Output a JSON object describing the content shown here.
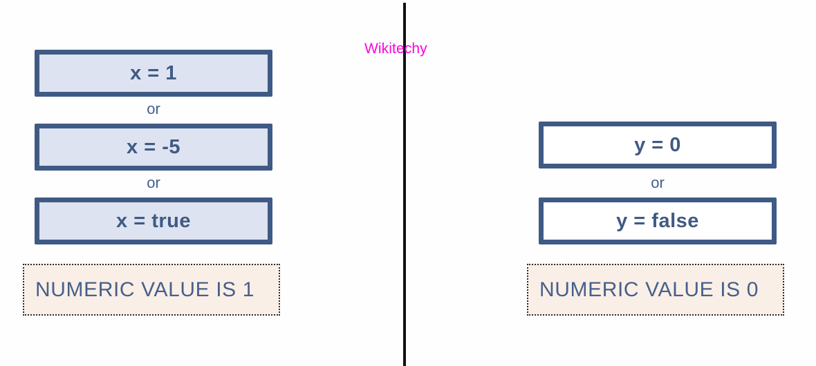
{
  "background_color": "#fefefe",
  "watermark": {
    "text": "Wikitechy",
    "color": "#ff00dd"
  },
  "divider": {
    "name": "vertical-divider-line",
    "color": "#111111"
  },
  "theme": {
    "border_color": "#3f5a85",
    "filled_box_background": "#dde3f0",
    "plain_box_background": "#ffffff",
    "text_color": "#3f5a85",
    "caption_background": "#faefe7",
    "caption_border_color": "#2a2a2a",
    "caption_text_color": "#46608b"
  },
  "left_panel": {
    "boxes": [
      {
        "label": "x = 1",
        "fill": "filled"
      },
      {
        "label": "x = -5",
        "fill": "filled"
      },
      {
        "label": "x = true",
        "fill": "filled"
      }
    ],
    "separators": [
      "or",
      "or"
    ],
    "caption": "NUMERIC VALUE IS 1"
  },
  "right_panel": {
    "boxes": [
      {
        "label": "y = 0",
        "fill": "plain"
      },
      {
        "label": "y = false",
        "fill": "plain"
      }
    ],
    "separators": [
      "or"
    ],
    "caption": "NUMERIC VALUE IS 0"
  }
}
